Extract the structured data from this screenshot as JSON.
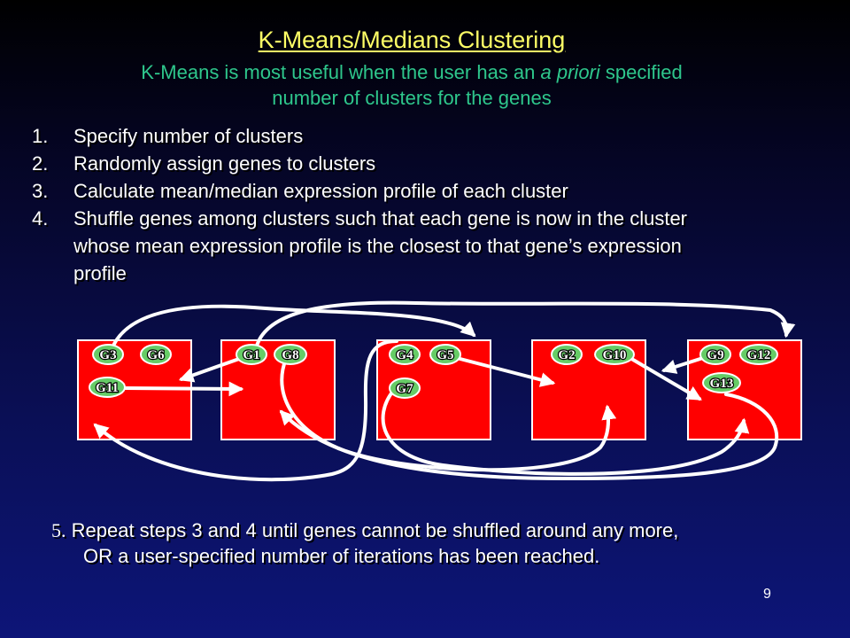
{
  "title": "K-Means/Medians Clustering",
  "subtitle": {
    "line1_pre": "K-Means is most useful when the user has an ",
    "line1_italic": "a priori",
    "line1_post": " specified",
    "line2": "number of clusters for the genes"
  },
  "steps": [
    {
      "num": "1.",
      "lines": [
        "Specify number of clusters"
      ]
    },
    {
      "num": "2.",
      "lines": [
        "Randomly assign genes to clusters"
      ]
    },
    {
      "num": "3.",
      "lines": [
        "Calculate mean/median expression profile of each cluster"
      ]
    },
    {
      "num": "4.",
      "lines": [
        "Shuffle genes among clusters such that each gene is now in the cluster",
        "whose mean expression profile  is the closest to that gene’s expression",
        "profile"
      ]
    }
  ],
  "step5": {
    "num": "5.",
    "line1": " Repeat steps 3 and 4 until genes cannot be shuffled around any more,",
    "line2": "OR a user-specified number of iterations has been reached."
  },
  "page_number": "9",
  "colors": {
    "cluster_fill": "#ff0000",
    "gene_fill": "#66cc66",
    "arrow": "#ffffff",
    "title": "#ffff66",
    "subtitle": "#2ec78c"
  },
  "genes": [
    "G3",
    "G6",
    "G11",
    "G1",
    "G8",
    "G4",
    "G5",
    "G7",
    "G2",
    "G10",
    "G9",
    "G12",
    "G13"
  ]
}
